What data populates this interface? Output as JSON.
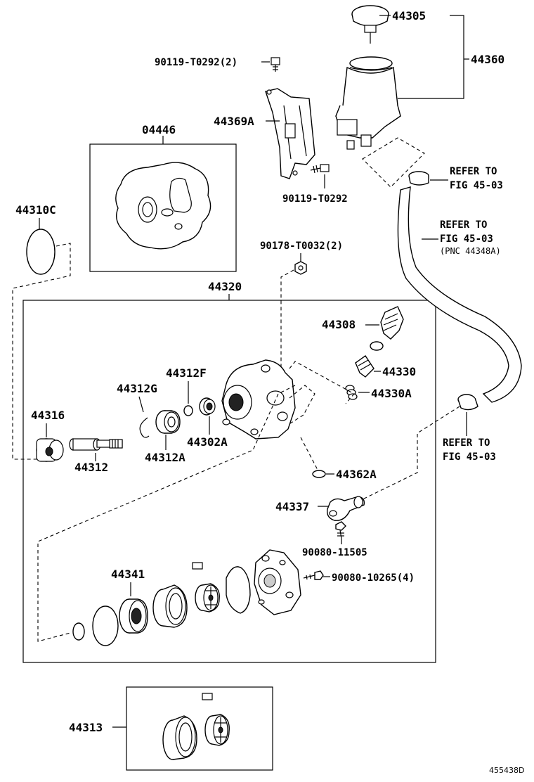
{
  "labels": {
    "p44305": "44305",
    "p44360": "44360",
    "p90119_t0292_2": "90119-T0292(2)",
    "p44369a": "44369A",
    "p04446": "04446",
    "p90119_t0292": "90119-T0292",
    "p44310c": "44310C",
    "refer1_l1": "REFER TO",
    "refer1_l2": "FIG 45-03",
    "refer2_l1": "REFER TO",
    "refer2_l2": "FIG 45-03",
    "refer2_l3": "(PNC 44348A)",
    "p90178_t0032_2": "90178-T0032(2)",
    "p44320": "44320",
    "p44308": "44308",
    "p44312f": "44312F",
    "p44330": "44330",
    "p44312g": "44312G",
    "p44330a": "44330A",
    "p44316": "44316",
    "p44302a": "44302A",
    "p44312": "44312",
    "p44312a": "44312A",
    "refer3_l1": "REFER TO",
    "refer3_l2": "FIG 45-03",
    "p44362a": "44362A",
    "p44337": "44337",
    "p90080_11505": "90080-11505",
    "p44341": "44341",
    "p90080_10265_4": "90080-10265(4)",
    "p44313": "44313",
    "figure_id": "455438D"
  }
}
